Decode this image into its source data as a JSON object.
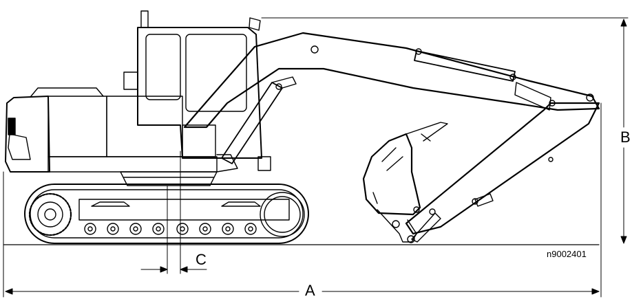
{
  "figure": {
    "dimension_labels": {
      "A": "A",
      "B": "B",
      "C": "C"
    },
    "figure_code": "n9002401"
  },
  "colors": {
    "line": "#000000",
    "background": "#ffffff"
  }
}
